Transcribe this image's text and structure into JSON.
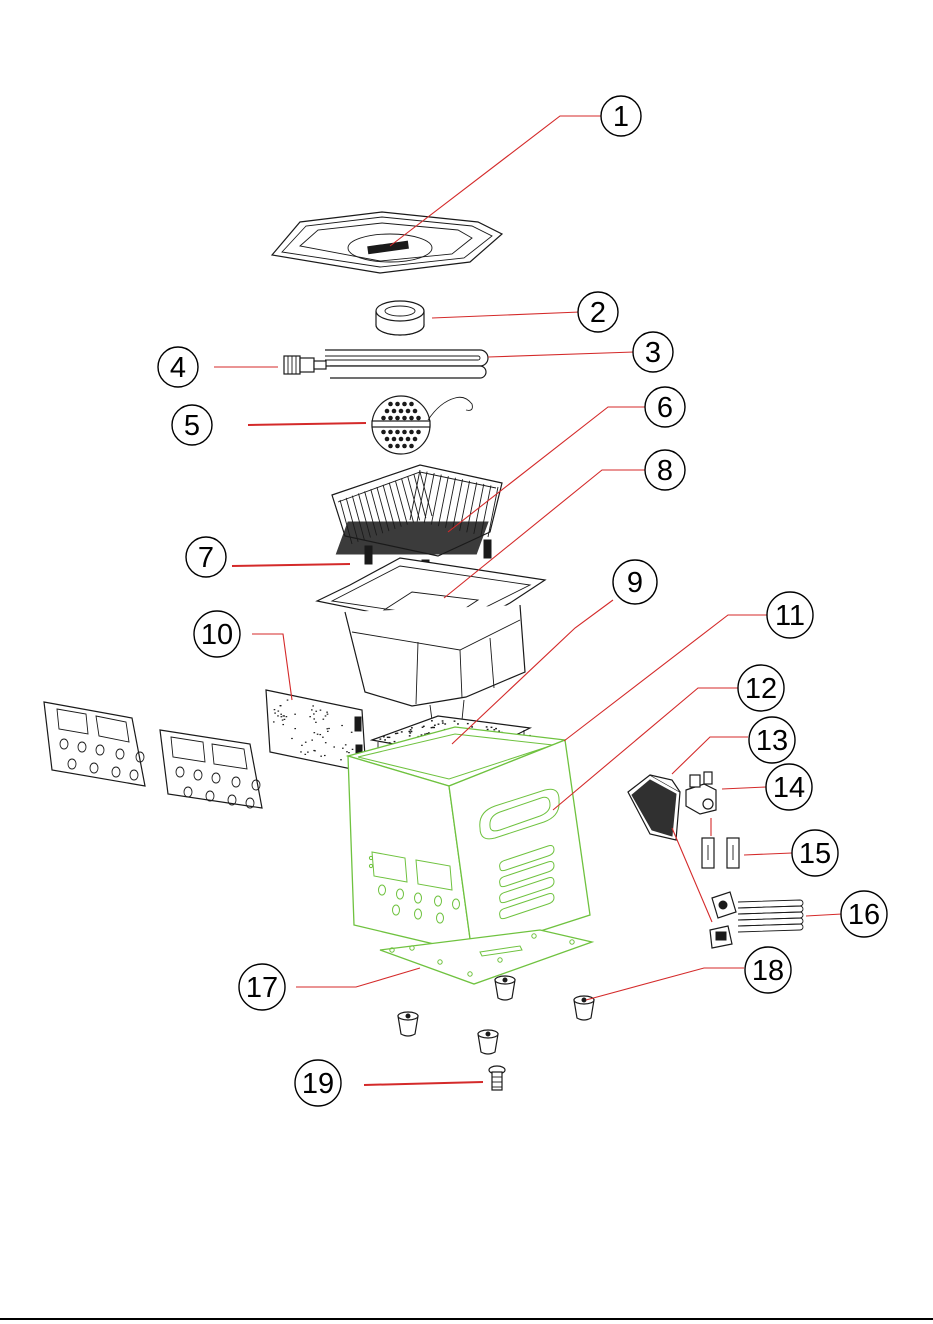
{
  "callouts": [
    {
      "id": 1,
      "label": "1"
    },
    {
      "id": 2,
      "label": "2"
    },
    {
      "id": 3,
      "label": "3"
    },
    {
      "id": 4,
      "label": "4"
    },
    {
      "id": 5,
      "label": "5"
    },
    {
      "id": 6,
      "label": "6"
    },
    {
      "id": 7,
      "label": "7"
    },
    {
      "id": 8,
      "label": "8"
    },
    {
      "id": 9,
      "label": "9"
    },
    {
      "id": 10,
      "label": "10"
    },
    {
      "id": 11,
      "label": "11"
    },
    {
      "id": 12,
      "label": "12"
    },
    {
      "id": 13,
      "label": "13"
    },
    {
      "id": 14,
      "label": "14"
    },
    {
      "id": 15,
      "label": "15"
    },
    {
      "id": 16,
      "label": "16"
    },
    {
      "id": 17,
      "label": "17"
    },
    {
      "id": 18,
      "label": "18"
    },
    {
      "id": 19,
      "label": "19"
    }
  ],
  "colors": {
    "leader": "#d42a2a",
    "housing_outline": "#6fc23f",
    "part_outline": "#1a1a1a"
  }
}
